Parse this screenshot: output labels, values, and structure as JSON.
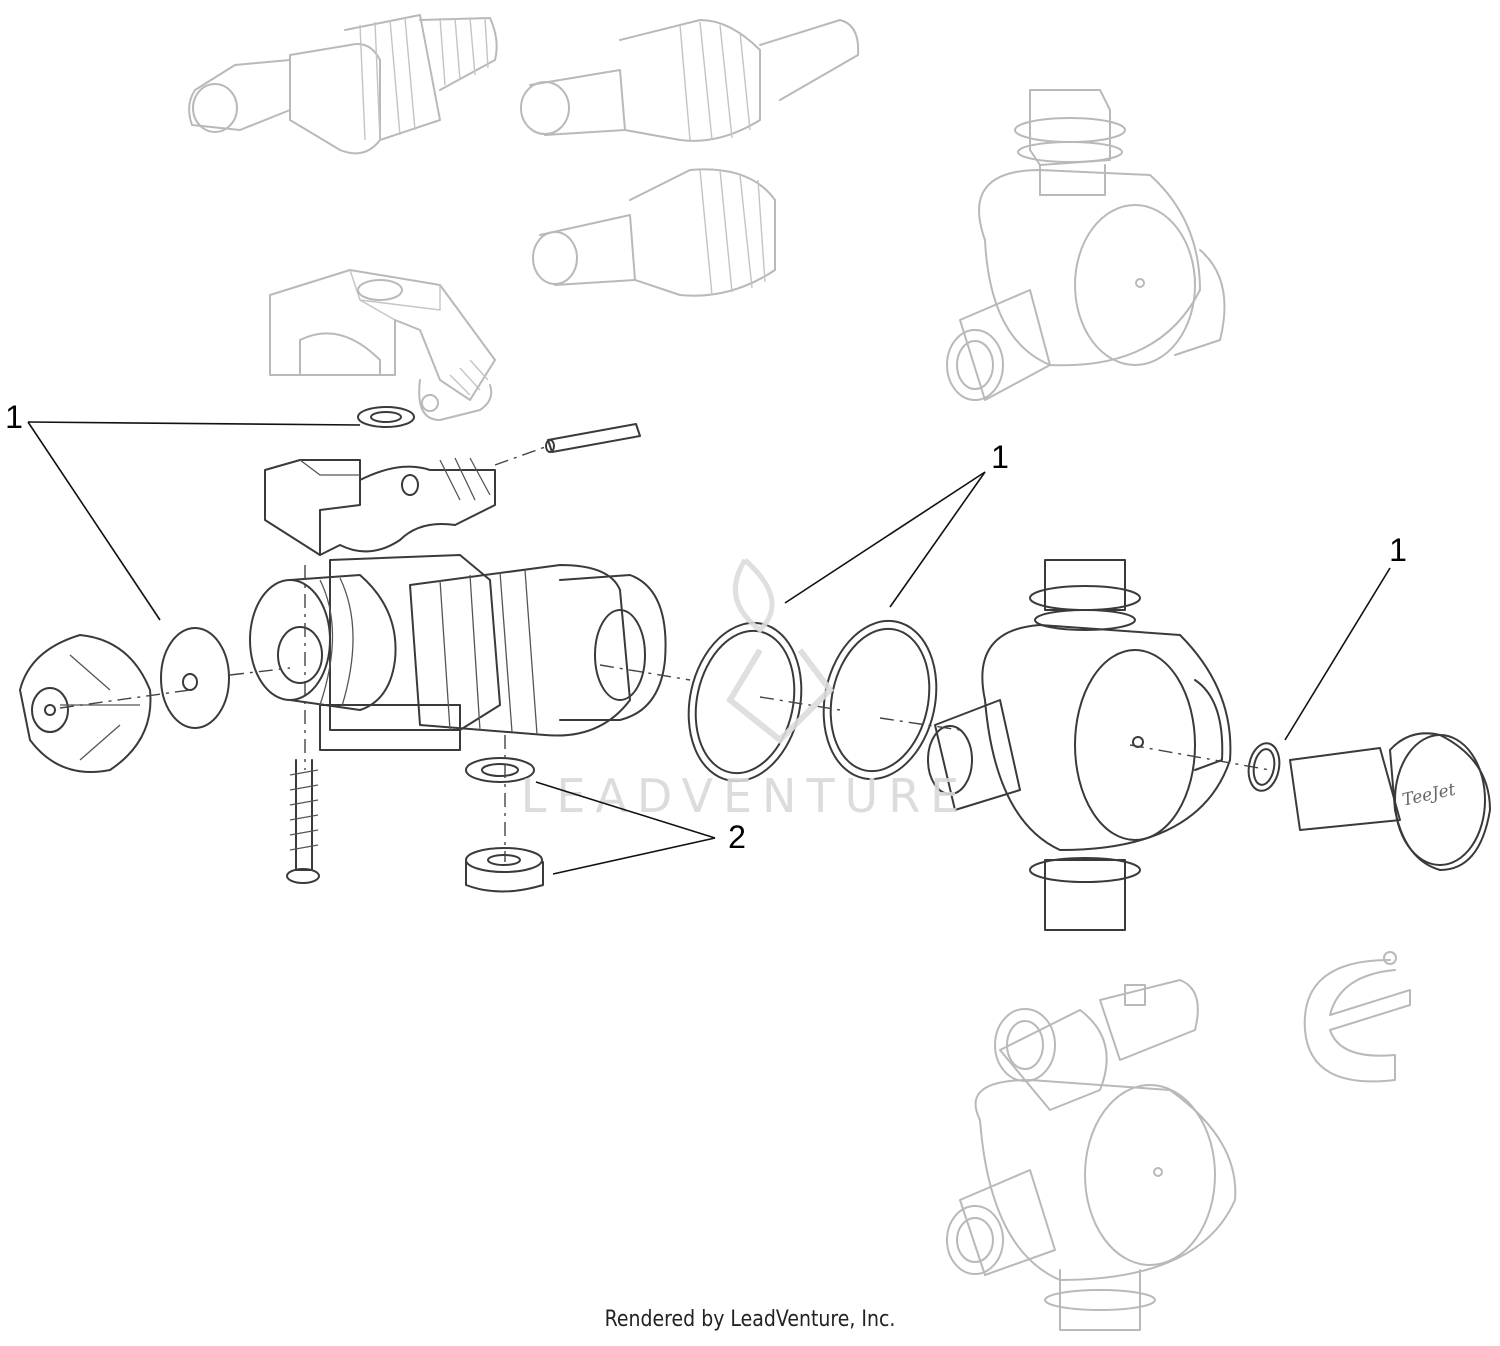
{
  "diagram": {
    "callouts": [
      {
        "id": "c1a",
        "label": "1"
      },
      {
        "id": "c1b",
        "label": "1"
      },
      {
        "id": "c1c",
        "label": "1"
      },
      {
        "id": "c2",
        "label": "2"
      }
    ],
    "watermark": "LEADVENTURE",
    "brand_mark": "TeeJet"
  },
  "footer": {
    "text": "Rendered by LeadVenture, Inc."
  }
}
